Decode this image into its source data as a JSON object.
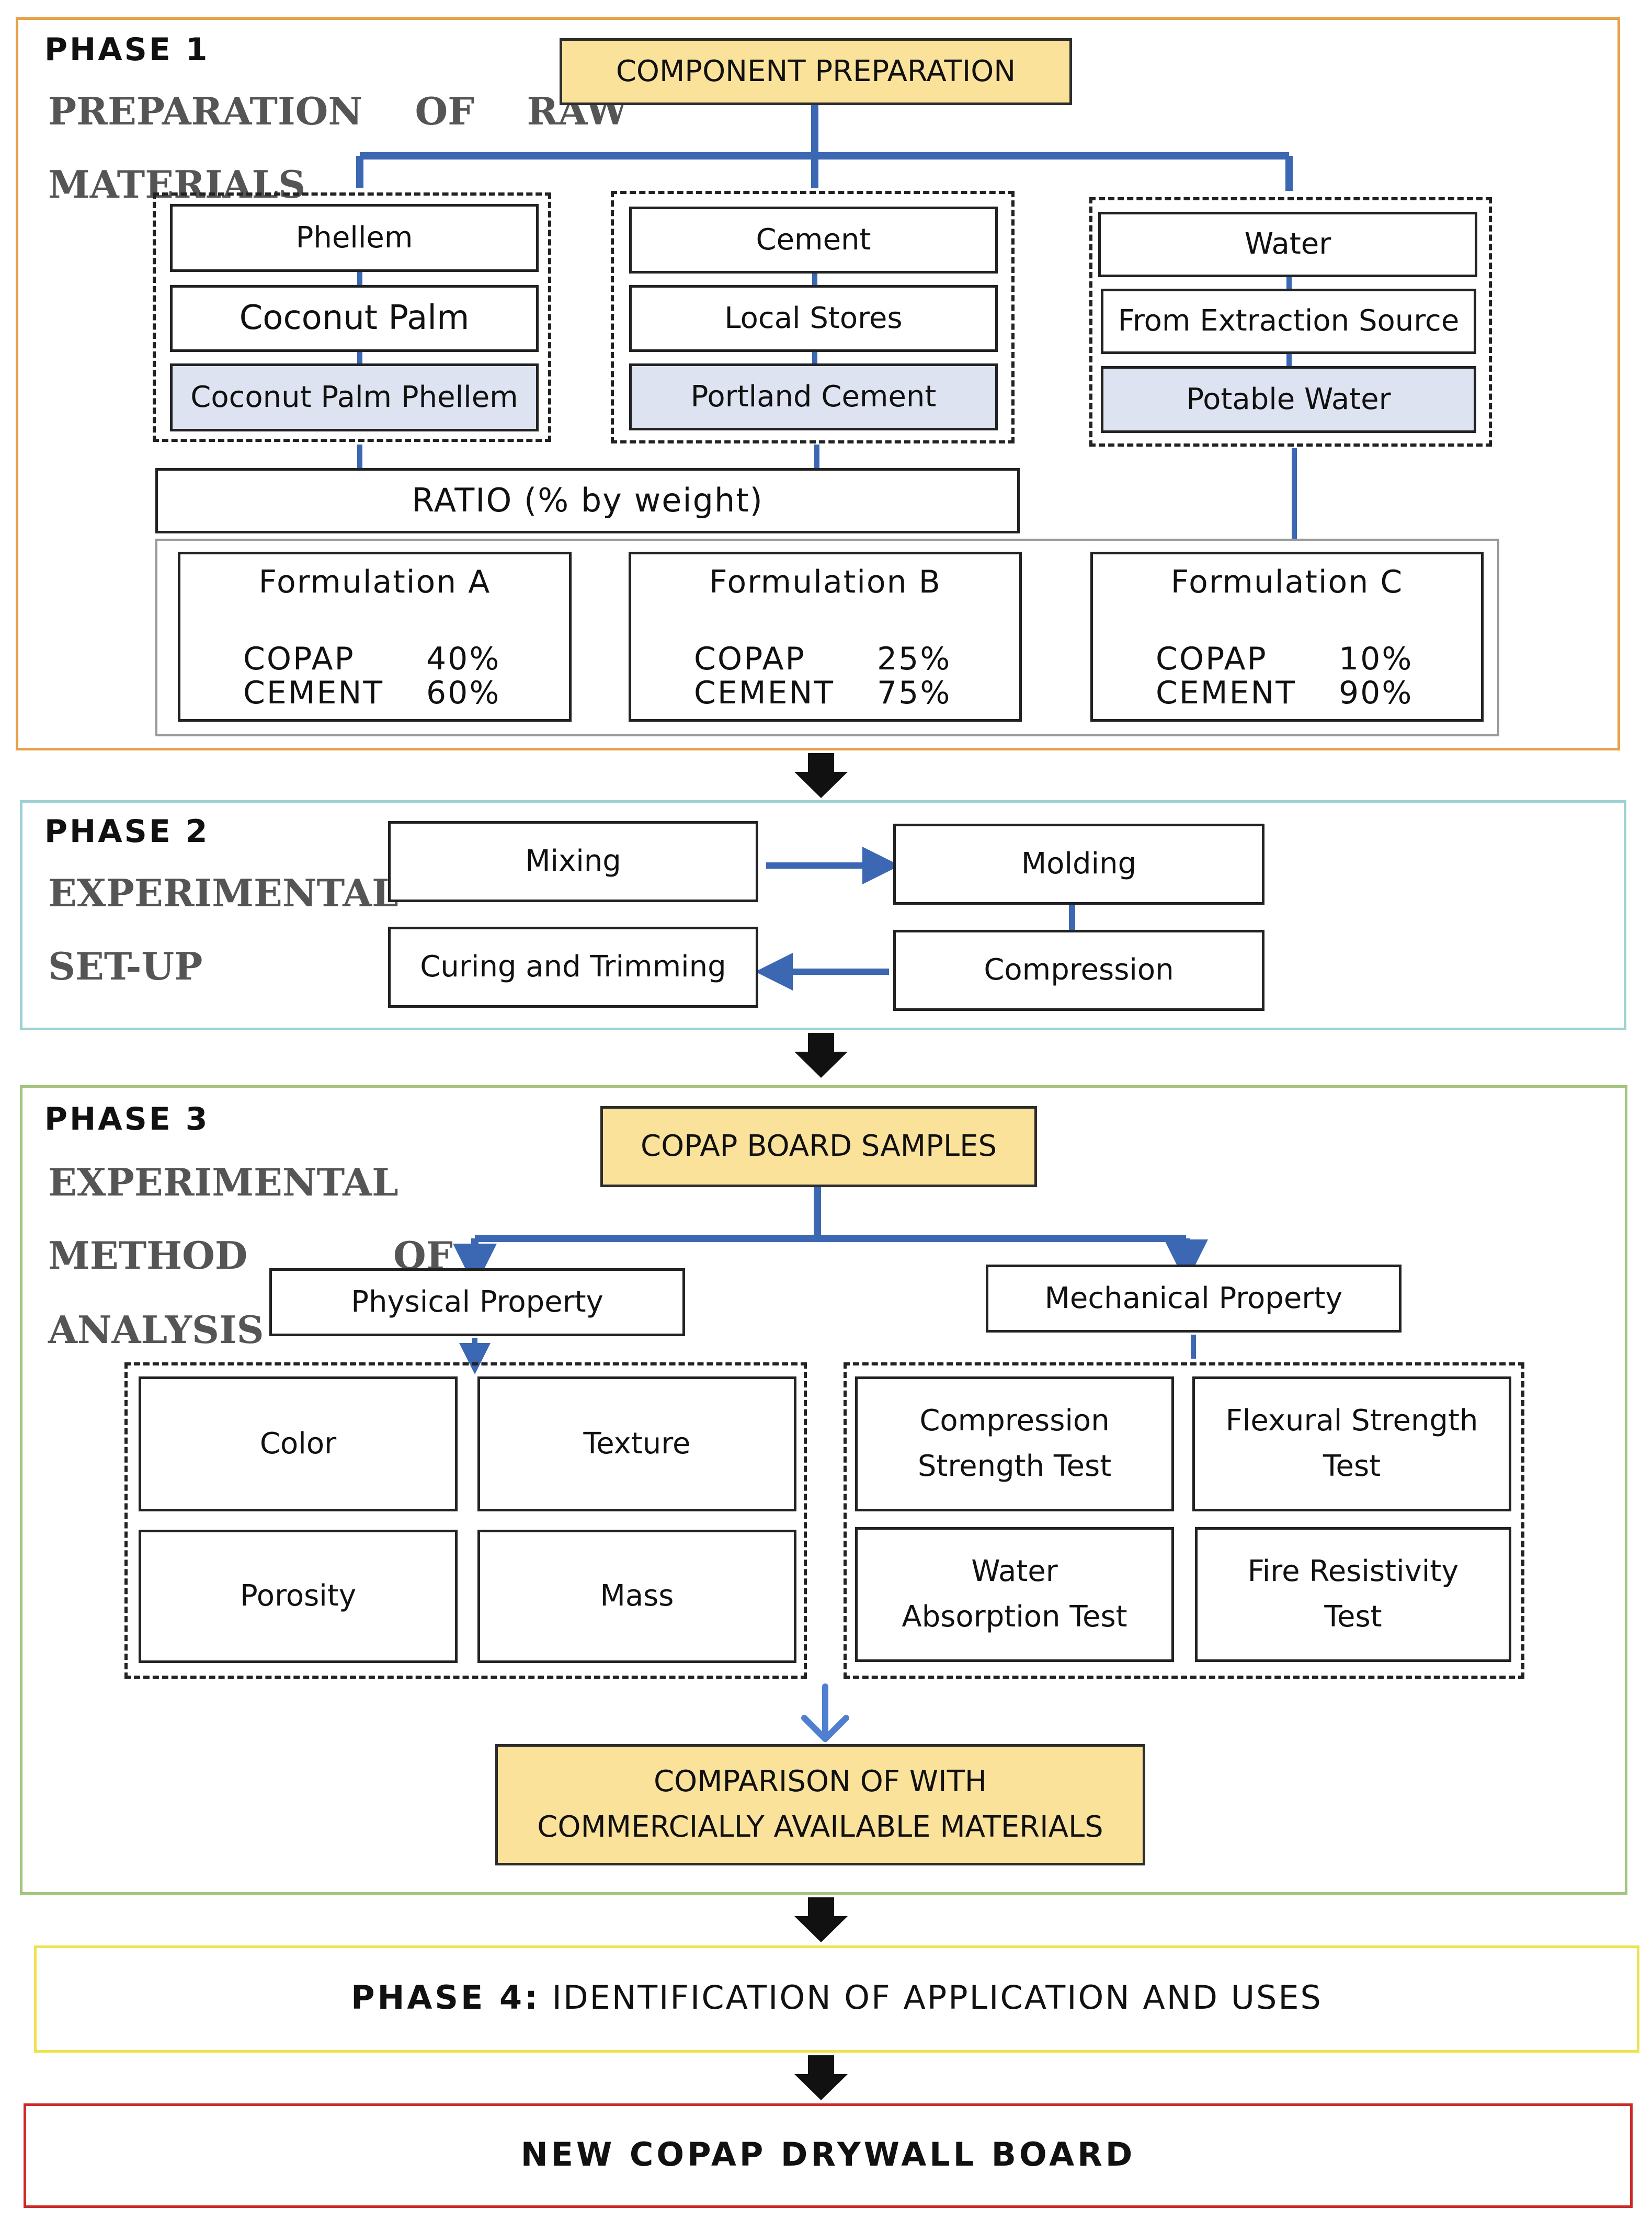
{
  "phase1": {
    "label": "PHASE 1",
    "subtitle_line1": "PREPARATION    OF    RAW",
    "subtitle_line2": "MATERIALS",
    "header": "COMPONENT PREPARATION",
    "columns": [
      {
        "items": [
          "Phellem",
          "Coconut Palm",
          "Coconut Palm Phellem"
        ]
      },
      {
        "items": [
          "Cement",
          "Local Stores",
          "Portland Cement"
        ]
      },
      {
        "items": [
          "Water",
          "From Extraction Source",
          "Potable Water"
        ]
      }
    ],
    "ratio": "RATIO (% by weight)",
    "formulations": [
      {
        "title": "Formulation A",
        "rows": [
          {
            "k": "COPAP",
            "v": "40%"
          },
          {
            "k": "CEMENT",
            "v": "60%"
          }
        ]
      },
      {
        "title": "Formulation B",
        "rows": [
          {
            "k": "COPAP",
            "v": "25%"
          },
          {
            "k": "CEMENT",
            "v": "75%"
          }
        ]
      },
      {
        "title": "Formulation C",
        "rows": [
          {
            "k": "COPAP",
            "v": "10%"
          },
          {
            "k": "CEMENT",
            "v": "90%"
          }
        ]
      }
    ]
  },
  "phase2": {
    "label": "PHASE 2",
    "subtitle_line1": "EXPERIMENTAL",
    "subtitle_line2": "SET-UP",
    "steps": [
      "Mixing",
      "Molding",
      "Compression",
      "Curing and Trimming"
    ]
  },
  "phase3": {
    "label": "PHASE 3",
    "subtitle_line1": "EXPERIMENTAL",
    "subtitle_line2": "METHOD",
    "subtitle_line2b": "OF",
    "subtitle_line3": "ANALYSIS",
    "header": "COPAP BOARD SAMPLES",
    "physical": {
      "title": "Physical Property",
      "items": [
        "Color",
        "Texture",
        "Porosity",
        "Mass"
      ]
    },
    "mechanical": {
      "title": "Mechanical Property",
      "items": [
        [
          "Compression",
          "Strength Test"
        ],
        [
          "Flexural Strength",
          "Test"
        ],
        [
          "Water",
          "Absorption Test"
        ],
        [
          "Fire Resistivity",
          "Test"
        ]
      ]
    },
    "comparison_line1": "COMPARISON OF WITH",
    "comparison_line2": "COMMERCIALLY AVAILABLE MATERIALS"
  },
  "phase4": {
    "label": "PHASE 4:",
    "text": "IDENTIFICATION OF APPLICATION AND USES"
  },
  "final": {
    "text": "NEW COPAP DRYWALL BOARD"
  },
  "colors": {
    "phase1_border": "#e8a14b",
    "phase2_border": "#9fd0d3",
    "phase3_border": "#a3c47c",
    "phase4_border": "#eee34f",
    "final_border": "#cc2a2a",
    "connector_blue": "#3b67b3",
    "header_yellow": "#fbe29a",
    "highlight_blue": "#dde3f1"
  }
}
